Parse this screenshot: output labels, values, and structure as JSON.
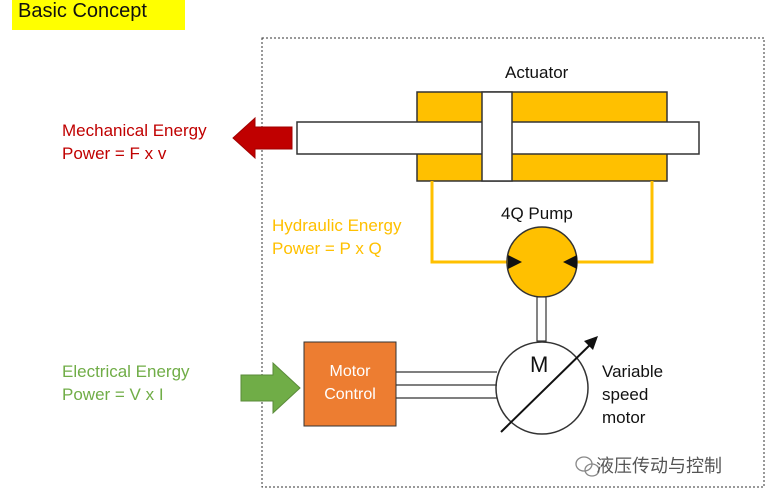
{
  "header": {
    "title": "Basic Concept"
  },
  "labels": {
    "actuator": "Actuator",
    "pump": "4Q Pump",
    "motor_letter": "M",
    "motor_control_line1": "Motor",
    "motor_control_line2": "Control",
    "mechanical_line1": "Mechanical Energy",
    "mechanical_line2": "Power = F x v",
    "hydraulic_line1": "Hydraulic Energy",
    "hydraulic_line2": "Power = P x Q",
    "electrical_line1": "Electrical Energy",
    "electrical_line2": "Power = V x I",
    "variable_line1": "Variable",
    "variable_line2": "speed",
    "variable_line3": "motor"
  },
  "colors": {
    "title_bg": "#ffff00",
    "hydraulic": "#ffc000",
    "mechanical": "#c00000",
    "electrical": "#70ad47",
    "motor_control": "#ed7d31"
  },
  "watermark": {
    "text": "液压传动与控制",
    "icon": "wechat-icon"
  }
}
